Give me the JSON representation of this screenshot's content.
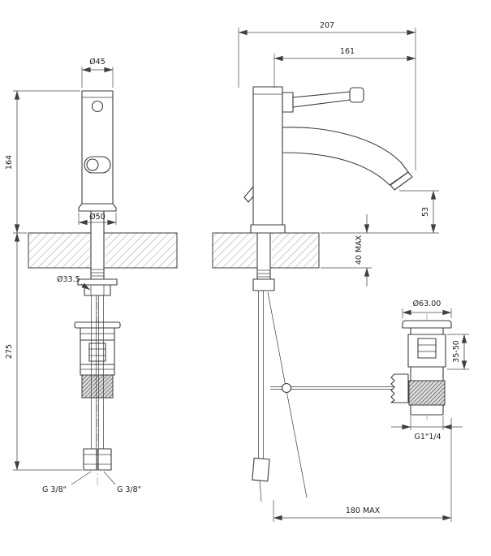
{
  "drawing": {
    "front": {
      "cap_diameter": "Ø45",
      "body_height": "164",
      "base_diameter": "Ø50",
      "shank_diameter": "Ø33.5",
      "below_deck_depth": "275",
      "hose_thread_left": "G 3/8\"",
      "hose_thread_right": "G 3/8\""
    },
    "side": {
      "overall_depth": "207",
      "spout_reach": "161",
      "spout_height": "53",
      "deck_thickness_max": "40 MAX",
      "waste_flange_diameter": "Ø63.00",
      "waste_adjustment": "35-50",
      "waste_thread": "G1\"1/4",
      "hose_length_max": "180 MAX"
    }
  }
}
